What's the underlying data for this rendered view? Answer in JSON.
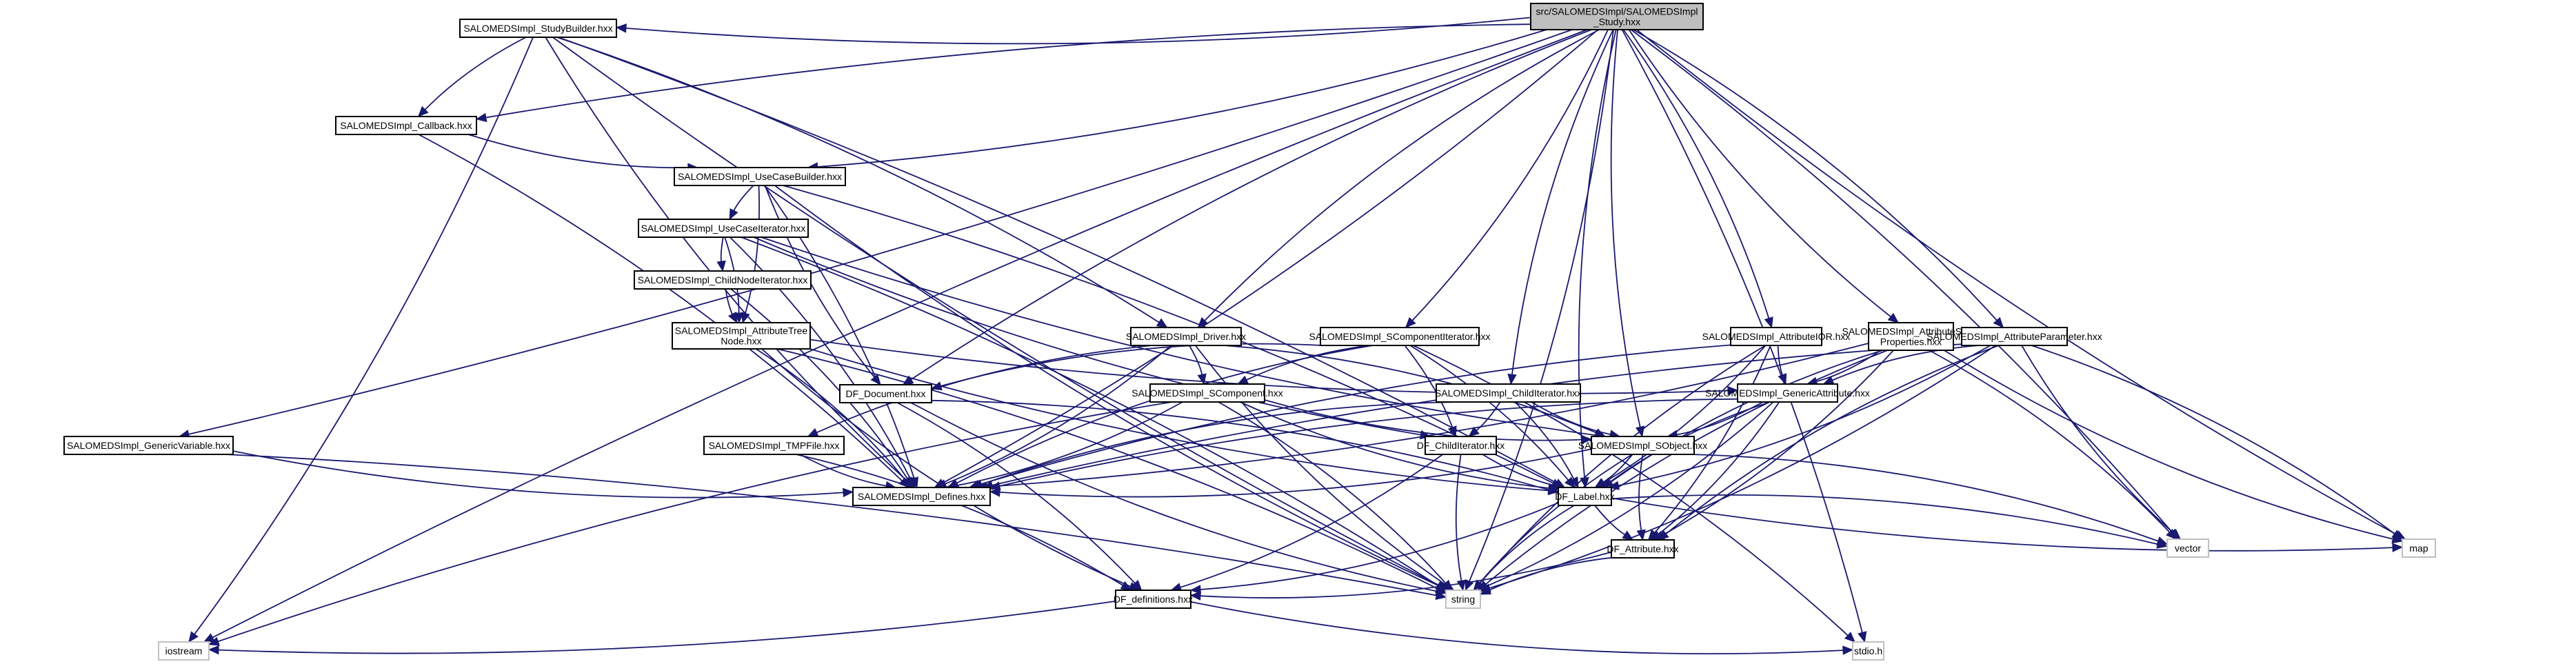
{
  "title": "Include dependency graph for SALOMEDSImpl_Study.hxx",
  "colors": {
    "edge": "#191970",
    "root_fill": "#bfbfbf",
    "node_border": "#000000",
    "external_border": "#bfbfbf"
  },
  "nodes": [
    {
      "id": "study",
      "kind": "root",
      "lines": [
        "src/SALOMEDSImpl/SALOMEDSImpl",
        "_Study.hxx"
      ]
    },
    {
      "id": "studybuilder",
      "kind": "doc",
      "lines": [
        "SALOMEDSImpl_StudyBuilder.hxx"
      ]
    },
    {
      "id": "callback",
      "kind": "doc",
      "lines": [
        "SALOMEDSImpl_Callback.hxx"
      ]
    },
    {
      "id": "usecasebuilder",
      "kind": "doc",
      "lines": [
        "SALOMEDSImpl_UseCaseBuilder.hxx"
      ]
    },
    {
      "id": "usecaseiterator",
      "kind": "doc",
      "lines": [
        "SALOMEDSImpl_UseCaseIterator.hxx"
      ]
    },
    {
      "id": "childnodeiterator",
      "kind": "doc",
      "lines": [
        "SALOMEDSImpl_ChildNodeIterator.hxx"
      ]
    },
    {
      "id": "attrtreenode",
      "kind": "doc",
      "lines": [
        "SALOMEDSImpl_AttributeTree",
        "Node.hxx"
      ]
    },
    {
      "id": "driver",
      "kind": "doc",
      "lines": [
        "SALOMEDSImpl_Driver.hxx"
      ]
    },
    {
      "id": "scompiter",
      "kind": "doc",
      "lines": [
        "SALOMEDSImpl_SComponentIterator.hxx"
      ]
    },
    {
      "id": "attrior",
      "kind": "doc",
      "lines": [
        "SALOMEDSImpl_AttributeIOR.hxx"
      ]
    },
    {
      "id": "attrstudyprops",
      "kind": "doc",
      "lines": [
        "SALOMEDSImpl_AttributeStudy",
        "Properties.hxx"
      ]
    },
    {
      "id": "attrparam",
      "kind": "doc",
      "lines": [
        "SALOMEDSImpl_AttributeParameter.hxx"
      ]
    },
    {
      "id": "dfdocument",
      "kind": "doc",
      "lines": [
        "DF_Document.hxx"
      ]
    },
    {
      "id": "scomponent",
      "kind": "doc",
      "lines": [
        "SALOMEDSImpl_SComponent.hxx"
      ]
    },
    {
      "id": "childiterator",
      "kind": "doc",
      "lines": [
        "SALOMEDSImpl_ChildIterator.hxx"
      ]
    },
    {
      "id": "genericattr",
      "kind": "doc",
      "lines": [
        "SALOMEDSImpl_GenericAttribute.hxx"
      ]
    },
    {
      "id": "genericvar",
      "kind": "doc",
      "lines": [
        "SALOMEDSImpl_GenericVariable.hxx"
      ]
    },
    {
      "id": "tmpfile",
      "kind": "doc",
      "lines": [
        "SALOMEDSImpl_TMPFile.hxx"
      ]
    },
    {
      "id": "dfchilditer",
      "kind": "doc",
      "lines": [
        "DF_ChildIterator.hxx"
      ]
    },
    {
      "id": "sobject",
      "kind": "doc",
      "lines": [
        "SALOMEDSImpl_SObject.hxx"
      ]
    },
    {
      "id": "defines",
      "kind": "doc",
      "lines": [
        "SALOMEDSImpl_Defines.hxx"
      ]
    },
    {
      "id": "dflabel",
      "kind": "doc",
      "lines": [
        "DF_Label.hxx"
      ]
    },
    {
      "id": "dfattribute",
      "kind": "doc",
      "lines": [
        "DF_Attribute.hxx"
      ]
    },
    {
      "id": "dfdefinitions",
      "kind": "doc",
      "lines": [
        "DF_definitions.hxx"
      ]
    },
    {
      "id": "vector",
      "kind": "ext",
      "lines": [
        "vector"
      ]
    },
    {
      "id": "map",
      "kind": "ext",
      "lines": [
        "map"
      ]
    },
    {
      "id": "string",
      "kind": "ext",
      "lines": [
        "string"
      ]
    },
    {
      "id": "iostream",
      "kind": "ext",
      "lines": [
        "iostream"
      ]
    },
    {
      "id": "stdio",
      "kind": "ext",
      "lines": [
        "stdio.h"
      ]
    }
  ],
  "edges": [
    [
      "study",
      "studybuilder"
    ],
    [
      "study",
      "callback"
    ],
    [
      "study",
      "usecasebuilder"
    ],
    [
      "study",
      "driver"
    ],
    [
      "study",
      "scompiter"
    ],
    [
      "study",
      "childiterator"
    ],
    [
      "study",
      "attrior"
    ],
    [
      "study",
      "attrstudyprops"
    ],
    [
      "study",
      "attrparam"
    ],
    [
      "study",
      "dfdocument"
    ],
    [
      "study",
      "genericvar"
    ],
    [
      "study",
      "sobject"
    ],
    [
      "study",
      "defines"
    ],
    [
      "study",
      "dflabel"
    ],
    [
      "study",
      "vector"
    ],
    [
      "study",
      "map"
    ],
    [
      "study",
      "string"
    ],
    [
      "study",
      "iostream"
    ],
    [
      "study",
      "stdio"
    ],
    [
      "studybuilder",
      "callback"
    ],
    [
      "studybuilder",
      "driver"
    ],
    [
      "studybuilder",
      "defines"
    ],
    [
      "studybuilder",
      "dflabel"
    ],
    [
      "studybuilder",
      "string"
    ],
    [
      "studybuilder",
      "iostream"
    ],
    [
      "callback",
      "usecasebuilder"
    ],
    [
      "callback",
      "defines"
    ],
    [
      "usecasebuilder",
      "usecaseiterator"
    ],
    [
      "usecasebuilder",
      "attrtreenode"
    ],
    [
      "usecasebuilder",
      "dfdocument"
    ],
    [
      "usecasebuilder",
      "defines"
    ],
    [
      "usecasebuilder",
      "string"
    ],
    [
      "usecasebuilder",
      "dflabel"
    ],
    [
      "usecaseiterator",
      "childnodeiterator"
    ],
    [
      "usecaseiterator",
      "attrtreenode"
    ],
    [
      "usecaseiterator",
      "sobject"
    ],
    [
      "usecaseiterator",
      "defines"
    ],
    [
      "usecaseiterator",
      "dfchilditer"
    ],
    [
      "usecaseiterator",
      "string"
    ],
    [
      "childnodeiterator",
      "attrtreenode"
    ],
    [
      "childnodeiterator",
      "defines"
    ],
    [
      "attrtreenode",
      "genericattr"
    ],
    [
      "attrtreenode",
      "defines"
    ],
    [
      "attrtreenode",
      "dflabel"
    ],
    [
      "attrtreenode",
      "string"
    ],
    [
      "attrtreenode",
      "dfdefinitions"
    ],
    [
      "driver",
      "scomponent"
    ],
    [
      "driver",
      "tmpfile"
    ],
    [
      "driver",
      "defines"
    ],
    [
      "driver",
      "string"
    ],
    [
      "driver",
      "sobject"
    ],
    [
      "scompiter",
      "scomponent"
    ],
    [
      "scompiter",
      "dfchilditer"
    ],
    [
      "scompiter",
      "defines"
    ],
    [
      "scompiter",
      "dflabel"
    ],
    [
      "scompiter",
      "dfdocument"
    ],
    [
      "scompiter",
      "stdio"
    ],
    [
      "attrior",
      "genericattr"
    ],
    [
      "attrior",
      "dflabel"
    ],
    [
      "attrior",
      "defines"
    ],
    [
      "attrior",
      "dfattribute"
    ],
    [
      "attrior",
      "string"
    ],
    [
      "attrstudyprops",
      "genericattr"
    ],
    [
      "attrstudyprops",
      "dflabel"
    ],
    [
      "attrstudyprops",
      "defines"
    ],
    [
      "attrstudyprops",
      "string"
    ],
    [
      "attrstudyprops",
      "vector"
    ],
    [
      "attrstudyprops",
      "map"
    ],
    [
      "attrstudyprops",
      "dfattribute"
    ],
    [
      "attrparam",
      "genericattr"
    ],
    [
      "attrparam",
      "dflabel"
    ],
    [
      "attrparam",
      "defines"
    ],
    [
      "attrparam",
      "string"
    ],
    [
      "attrparam",
      "vector"
    ],
    [
      "attrparam",
      "map"
    ],
    [
      "attrparam",
      "dfattribute"
    ],
    [
      "dfdocument",
      "dflabel"
    ],
    [
      "dfdocument",
      "string"
    ],
    [
      "dfdocument",
      "dfdefinitions"
    ],
    [
      "scomponent",
      "sobject"
    ],
    [
      "scomponent",
      "defines"
    ],
    [
      "scomponent",
      "dflabel"
    ],
    [
      "scomponent",
      "string"
    ],
    [
      "scomponent",
      "iostream"
    ],
    [
      "childiterator",
      "dfchilditer"
    ],
    [
      "childiterator",
      "sobject"
    ],
    [
      "childiterator",
      "dflabel"
    ],
    [
      "childiterator",
      "defines"
    ],
    [
      "genericattr",
      "sobject"
    ],
    [
      "genericattr",
      "dflabel"
    ],
    [
      "genericattr",
      "dfattribute"
    ],
    [
      "genericattr",
      "defines"
    ],
    [
      "genericattr",
      "string"
    ],
    [
      "genericvar",
      "defines"
    ],
    [
      "genericvar",
      "string"
    ],
    [
      "tmpfile",
      "defines"
    ],
    [
      "tmpfile",
      "dfdefinitions"
    ],
    [
      "dfchilditer",
      "dflabel"
    ],
    [
      "dfchilditer",
      "dfdefinitions"
    ],
    [
      "dfchilditer",
      "string"
    ],
    [
      "sobject",
      "dflabel"
    ],
    [
      "sobject",
      "dfattribute"
    ],
    [
      "sobject",
      "defines"
    ],
    [
      "sobject",
      "string"
    ],
    [
      "sobject",
      "vector"
    ],
    [
      "dflabel",
      "dfattribute"
    ],
    [
      "dflabel",
      "dfdefinitions"
    ],
    [
      "dflabel",
      "string"
    ],
    [
      "dflabel",
      "vector"
    ],
    [
      "dflabel",
      "map"
    ],
    [
      "dfattribute",
      "dfdefinitions"
    ],
    [
      "dfattribute",
      "string"
    ],
    [
      "dfdefinitions",
      "iostream"
    ],
    [
      "dfdefinitions",
      "stdio"
    ]
  ]
}
